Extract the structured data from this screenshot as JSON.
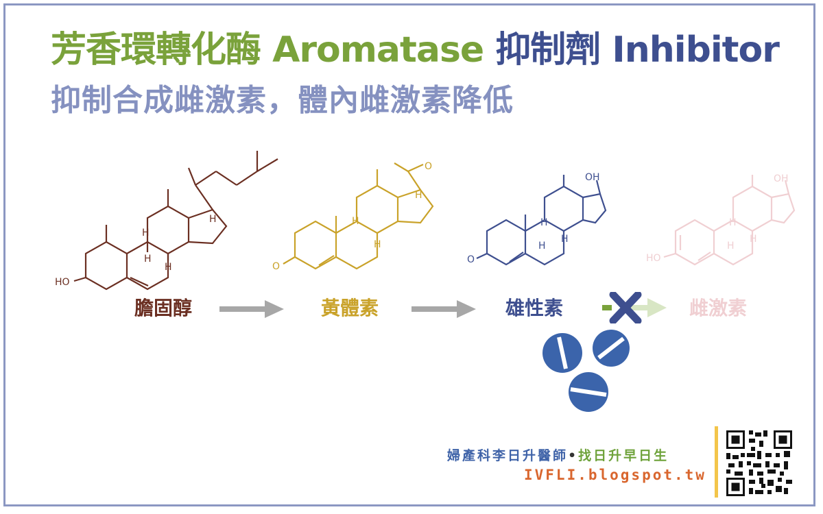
{
  "title": {
    "line1_zh": "芳香環轉化酶",
    "line1_en": "Aromatase",
    "line1_zh2": "抑制劑",
    "line1_en2": "Inhibitor",
    "line2": "抑制合成雌激素，體內雌激素降低"
  },
  "pathway": [
    {
      "label": "膽固醇",
      "color": "#6b2f22"
    },
    {
      "label": "黃體素",
      "color": "#c9a229"
    },
    {
      "label": "雄性素",
      "color": "#3e4f8f"
    },
    {
      "label": "雌激素",
      "color": "#f0cfd2"
    }
  ],
  "atoms": {
    "ho": "HO",
    "h": "H",
    "o": "O",
    "oh": "OH"
  },
  "colors": {
    "arrow_gray": "#a7a7a7",
    "block_x": "#3e4f8f",
    "block_arrow": "#d8e6c4",
    "pill": "#3b64ab",
    "frame": "#8b97c2"
  },
  "footer": {
    "doctor": "婦產科李日升醫師",
    "dot": "•",
    "slogan": "找日升早日生",
    "url": "IVFLI.blogspot.tw"
  },
  "icons": [
    "pill-icon",
    "x-block-icon",
    "qr-code"
  ]
}
